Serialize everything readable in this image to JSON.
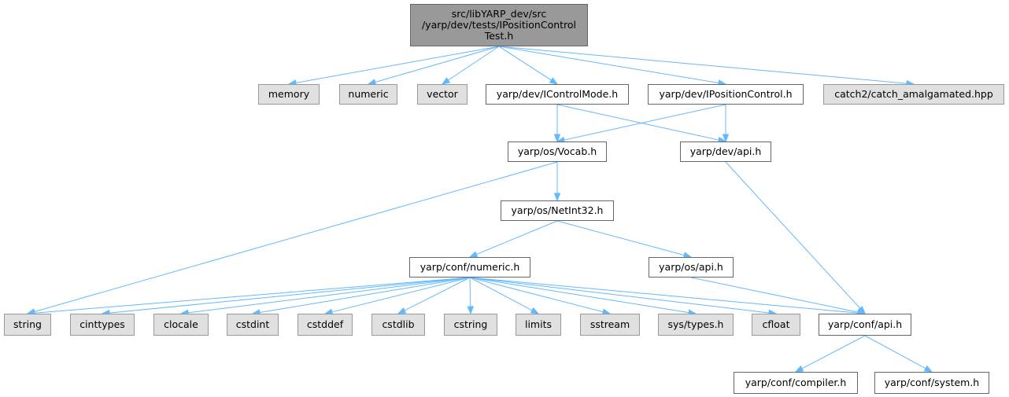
{
  "graph": {
    "root": {
      "lines": [
        "src/libYARP_dev/src",
        "/yarp/dev/tests/IPositionControl",
        "Test.h"
      ]
    },
    "nodes": {
      "memory": "memory",
      "numeric": "numeric",
      "vector": "vector",
      "icontrolmode": "yarp/dev/IControlMode.h",
      "ipositioncontrol": "yarp/dev/IPositionControl.h",
      "catch2": "catch2/catch_amalgamated.hpp",
      "vocab": "yarp/os/Vocab.h",
      "devapi": "yarp/dev/api.h",
      "netint32": "yarp/os/NetInt32.h",
      "confnumeric": "yarp/conf/numeric.h",
      "osapi": "yarp/os/api.h",
      "string": "string",
      "cinttypes": "cinttypes",
      "clocale": "clocale",
      "cstdint": "cstdint",
      "cstddef": "cstddef",
      "cstdlib": "cstdlib",
      "cstring": "cstring",
      "limits": "limits",
      "sstream": "sstream",
      "systypes": "sys/types.h",
      "cfloat": "cfloat",
      "confapi": "yarp/conf/api.h",
      "compiler": "yarp/conf/compiler.h",
      "system": "yarp/conf/system.h"
    },
    "edges": [
      [
        "root",
        "memory"
      ],
      [
        "root",
        "numeric"
      ],
      [
        "root",
        "vector"
      ],
      [
        "root",
        "icontrolmode"
      ],
      [
        "root",
        "ipositioncontrol"
      ],
      [
        "root",
        "catch2"
      ],
      [
        "icontrolmode",
        "vocab"
      ],
      [
        "icontrolmode",
        "devapi"
      ],
      [
        "ipositioncontrol",
        "vocab"
      ],
      [
        "ipositioncontrol",
        "devapi"
      ],
      [
        "vocab",
        "string"
      ],
      [
        "vocab",
        "netint32"
      ],
      [
        "devapi",
        "confapi"
      ],
      [
        "netint32",
        "confnumeric"
      ],
      [
        "netint32",
        "osapi"
      ],
      [
        "confnumeric",
        "string"
      ],
      [
        "confnumeric",
        "cinttypes"
      ],
      [
        "confnumeric",
        "clocale"
      ],
      [
        "confnumeric",
        "cstdint"
      ],
      [
        "confnumeric",
        "cstddef"
      ],
      [
        "confnumeric",
        "cstdlib"
      ],
      [
        "confnumeric",
        "cstring"
      ],
      [
        "confnumeric",
        "limits"
      ],
      [
        "confnumeric",
        "sstream"
      ],
      [
        "confnumeric",
        "systypes"
      ],
      [
        "confnumeric",
        "cfloat"
      ],
      [
        "confnumeric",
        "confapi"
      ],
      [
        "osapi",
        "confapi"
      ],
      [
        "confapi",
        "compiler"
      ],
      [
        "confapi",
        "system"
      ]
    ],
    "colors": {
      "edge": "#63b8ff",
      "root_fill": "#999999",
      "ext_fill": "#e0e0e0",
      "doc_fill": "#ffffff"
    }
  }
}
